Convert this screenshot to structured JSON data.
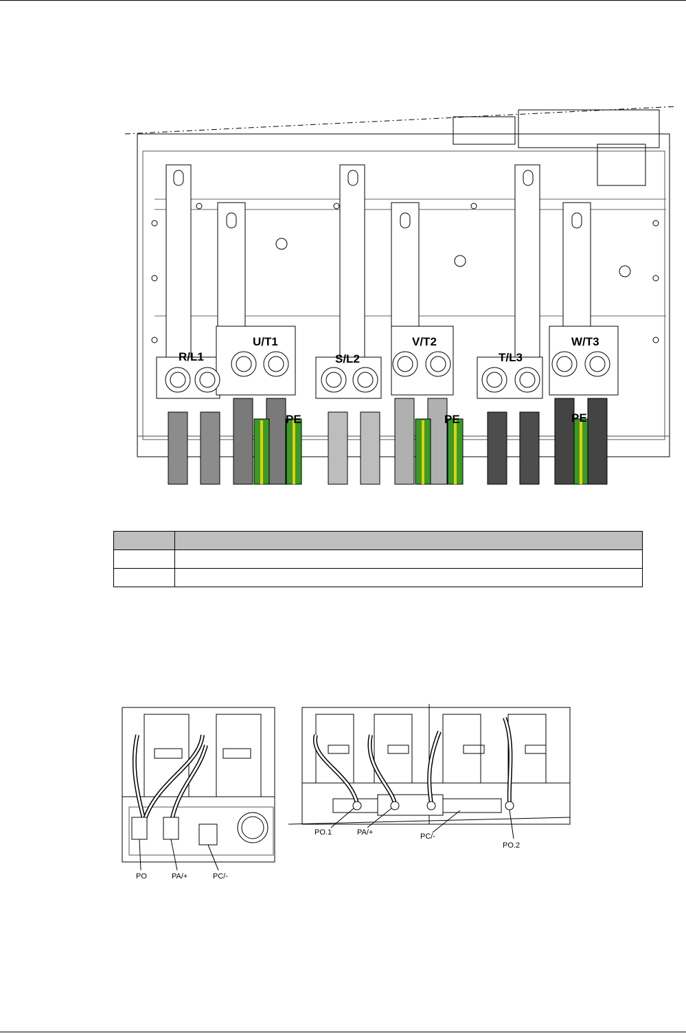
{
  "figure1": {
    "terminals": [
      "R/L1",
      "U/T1",
      "S/L2",
      "V/T2",
      "T/L3",
      "W/T3"
    ],
    "pe_labels": [
      "PE",
      "PE",
      "PE"
    ]
  },
  "table": {
    "rows": [
      {
        "c1": "",
        "c2": ""
      },
      {
        "c1": "",
        "c2": ""
      },
      {
        "c1": "",
        "c2": ""
      }
    ]
  },
  "figure2": {
    "left_callouts": [
      "PO",
      "PA/+",
      "PC/-"
    ],
    "right_callouts": [
      "PO.1",
      "PA/+",
      "PC/-",
      "PO.2"
    ]
  }
}
